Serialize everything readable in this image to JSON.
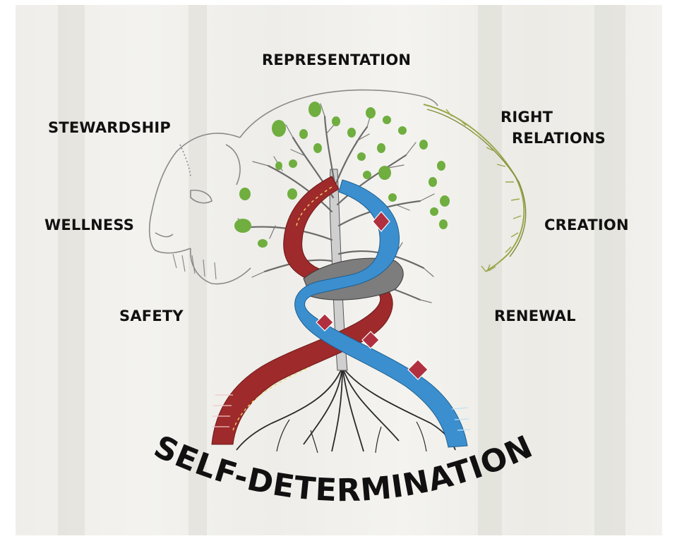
{
  "concepts": {
    "representation": "REPRESENTATION",
    "stewardship": "STEWARDSHIP",
    "right_relations_line1": "RIGHT",
    "right_relations_line2": "RELATIONS",
    "wellness": "WELLNESS",
    "creation": "CREATION",
    "safety": "SAFETY",
    "renewal": "RENEWAL"
  },
  "title": "SELF-DETERMINATION",
  "colors": {
    "red_ribbon": "#9e2a2b",
    "blue_ribbon": "#3b8fcf",
    "leaf_green": "#6fae3f",
    "sweetgrass": "#9aa84a",
    "text": "#111111"
  },
  "icons": [
    "bison-head-icon",
    "tree-icon",
    "sweetgrass-icon",
    "ribbon-red-icon",
    "ribbon-blue-icon"
  ]
}
